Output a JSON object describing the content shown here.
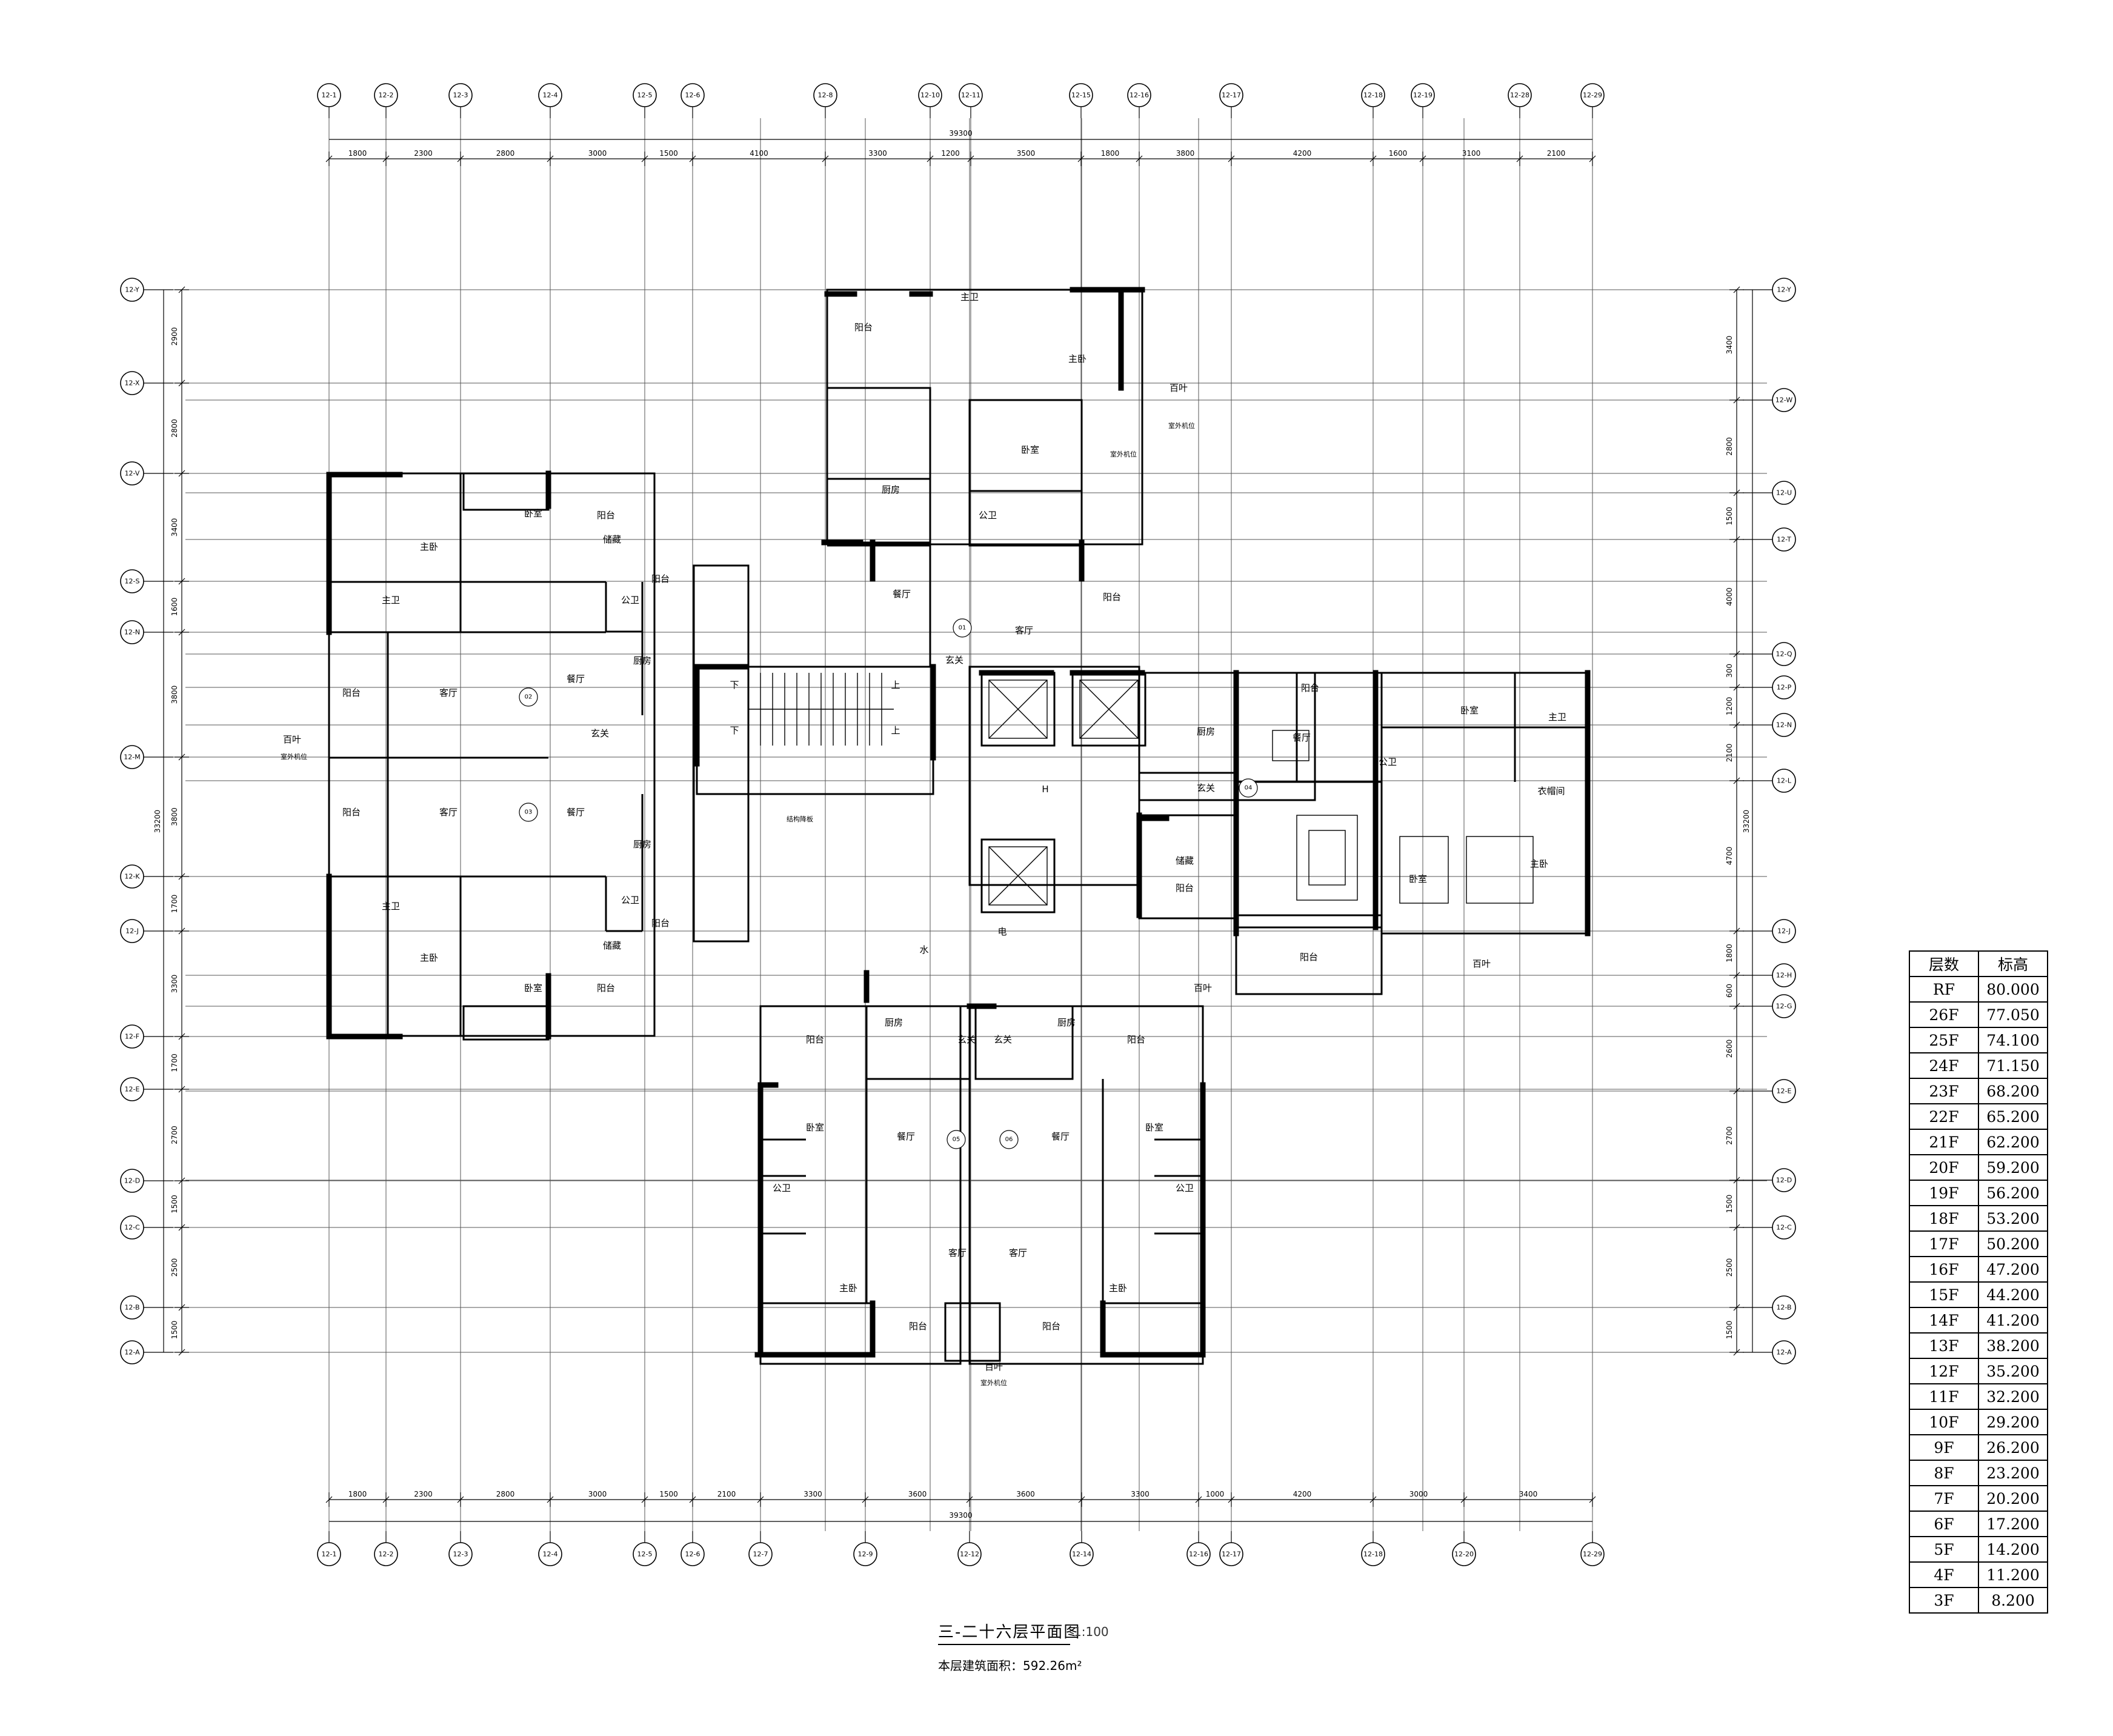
{
  "drawing": {
    "title": "三-二十六层平面图",
    "scale": "1:100",
    "area_label": "本层建筑面积：592.26m²",
    "overall_width": "39300",
    "overall_depth": "33200"
  },
  "axes_top": [
    "12-1",
    "12-2",
    "12-3",
    "12-4",
    "12-5",
    "12-6",
    "12-8",
    "12-10",
    "12-11",
    "12-15",
    "12-16",
    "12-17",
    "12-18",
    "12-19",
    "12-28",
    "12-29"
  ],
  "axes_bottom": [
    "12-1",
    "12-2",
    "12-3",
    "12-4",
    "12-5",
    "12-6",
    "12-7",
    "12-9",
    "12-12",
    "12-14",
    "12-16",
    "12-17",
    "12-18",
    "12-20",
    "12-29"
  ],
  "axes_left": [
    "12-Y",
    "12-X",
    "12-V",
    "12-S",
    "12-N",
    "12-M",
    "12-K",
    "12-J",
    "12-F",
    "12-E",
    "12-D",
    "12-C",
    "12-B",
    "12-A"
  ],
  "axes_right": [
    "12-Y",
    "12-W",
    "12-U",
    "12-T",
    "12-Q",
    "12-P",
    "12-N",
    "12-L",
    "12-J",
    "12-H",
    "12-G",
    "12-E",
    "12-D",
    "12-C",
    "12-B",
    "12-A"
  ],
  "dims_top": [
    "1800",
    "2300",
    "2800",
    "3000",
    "1500",
    "4100",
    "3300",
    "1200",
    "3500",
    "1800",
    "3800",
    "4200",
    "1600",
    "3100",
    "2100"
  ],
  "dims_bottom": [
    "1800",
    "2300",
    "2800",
    "3000",
    "1500",
    "2100",
    "3300",
    "3600",
    "3600",
    "3300",
    "1000",
    "4200",
    "3000",
    "3400"
  ],
  "dims_left": [
    "2900",
    "2800",
    "3400",
    "1600",
    "3800",
    "3800",
    "1700",
    "3300",
    "1700",
    "2700",
    "1500",
    "2500",
    "1500"
  ],
  "dims_right": [
    "3400",
    "2800",
    "1500",
    "4000",
    "300",
    "1200",
    "2100",
    "4700",
    "1800",
    "600",
    "2600",
    "2700",
    "1500",
    "2500",
    "1500"
  ],
  "rooms": [
    {
      "t": "主卧"
    },
    {
      "t": "卧室"
    },
    {
      "t": "阳台"
    },
    {
      "t": "储藏"
    },
    {
      "t": "主卫"
    },
    {
      "t": "公卫"
    },
    {
      "t": "阳台"
    },
    {
      "t": "厨房"
    },
    {
      "t": "阳台"
    },
    {
      "t": "客厅"
    },
    {
      "t": "餐厅"
    },
    {
      "t": "玄关"
    },
    {
      "t": "阳台"
    },
    {
      "t": "客厅"
    },
    {
      "t": "餐厅"
    },
    {
      "t": "厨房"
    },
    {
      "t": "阳台"
    },
    {
      "t": "主卫"
    },
    {
      "t": "公卫"
    },
    {
      "t": "主卧"
    },
    {
      "t": "储藏"
    },
    {
      "t": "卧室"
    },
    {
      "t": "阳台"
    },
    {
      "t": "阳台"
    },
    {
      "t": "主卫"
    },
    {
      "t": "主卧"
    },
    {
      "t": "卧室"
    },
    {
      "t": "厨房"
    },
    {
      "t": "公卫"
    },
    {
      "t": "餐厅"
    },
    {
      "t": "客厅"
    },
    {
      "t": "阳台"
    },
    {
      "t": "玄关"
    },
    {
      "t": "下"
    },
    {
      "t": "上"
    },
    {
      "t": "下"
    },
    {
      "t": "上"
    },
    {
      "t": "H"
    },
    {
      "t": "结构降板"
    },
    {
      "t": "水"
    },
    {
      "t": "电"
    },
    {
      "t": "厨房"
    },
    {
      "t": "储藏"
    },
    {
      "t": "阳台"
    },
    {
      "t": "玄关"
    },
    {
      "t": "餐厅"
    },
    {
      "t": "阳台"
    },
    {
      "t": "卧室"
    },
    {
      "t": "主卫"
    },
    {
      "t": "公卫"
    },
    {
      "t": "衣帽间"
    },
    {
      "t": "卧室"
    },
    {
      "t": "主卧"
    },
    {
      "t": "阳台"
    },
    {
      "t": "厨房"
    },
    {
      "t": "阳台"
    },
    {
      "t": "玄关"
    },
    {
      "t": "卧室"
    },
    {
      "t": "餐厅"
    },
    {
      "t": "公卫"
    },
    {
      "t": "客厅"
    },
    {
      "t": "主卧"
    },
    {
      "t": "阳台"
    },
    {
      "t": "厨房"
    },
    {
      "t": "阳台"
    },
    {
      "t": "玄关"
    },
    {
      "t": "餐厅"
    },
    {
      "t": "卧室"
    },
    {
      "t": "客厅"
    },
    {
      "t": "公卫"
    },
    {
      "t": "主卧"
    },
    {
      "t": "阳台"
    },
    {
      "t": "百叶"
    },
    {
      "t": "室外机位"
    },
    {
      "t": "百叶"
    },
    {
      "t": "室外机位"
    },
    {
      "t": "百叶"
    },
    {
      "t": "室外机位"
    },
    {
      "t": "百叶"
    },
    {
      "t": "百叶"
    },
    {
      "t": "室外机位"
    }
  ],
  "unit_tags": [
    "01",
    "02",
    "03",
    "04",
    "05",
    "06"
  ],
  "floor_table": {
    "headers": [
      "层数",
      "标高"
    ],
    "rows": [
      [
        "RF",
        "80.000"
      ],
      [
        "26F",
        "77.050"
      ],
      [
        "25F",
        "74.100"
      ],
      [
        "24F",
        "71.150"
      ],
      [
        "23F",
        "68.200"
      ],
      [
        "22F",
        "65.200"
      ],
      [
        "21F",
        "62.200"
      ],
      [
        "20F",
        "59.200"
      ],
      [
        "19F",
        "56.200"
      ],
      [
        "18F",
        "53.200"
      ],
      [
        "17F",
        "50.200"
      ],
      [
        "16F",
        "47.200"
      ],
      [
        "15F",
        "44.200"
      ],
      [
        "14F",
        "41.200"
      ],
      [
        "13F",
        "38.200"
      ],
      [
        "12F",
        "35.200"
      ],
      [
        "11F",
        "32.200"
      ],
      [
        "10F",
        "29.200"
      ],
      [
        "9F",
        "26.200"
      ],
      [
        "8F",
        "23.200"
      ],
      [
        "7F",
        "20.200"
      ],
      [
        "6F",
        "17.200"
      ],
      [
        "5F",
        "14.200"
      ],
      [
        "4F",
        "11.200"
      ],
      [
        "3F",
        "8.200"
      ]
    ]
  }
}
